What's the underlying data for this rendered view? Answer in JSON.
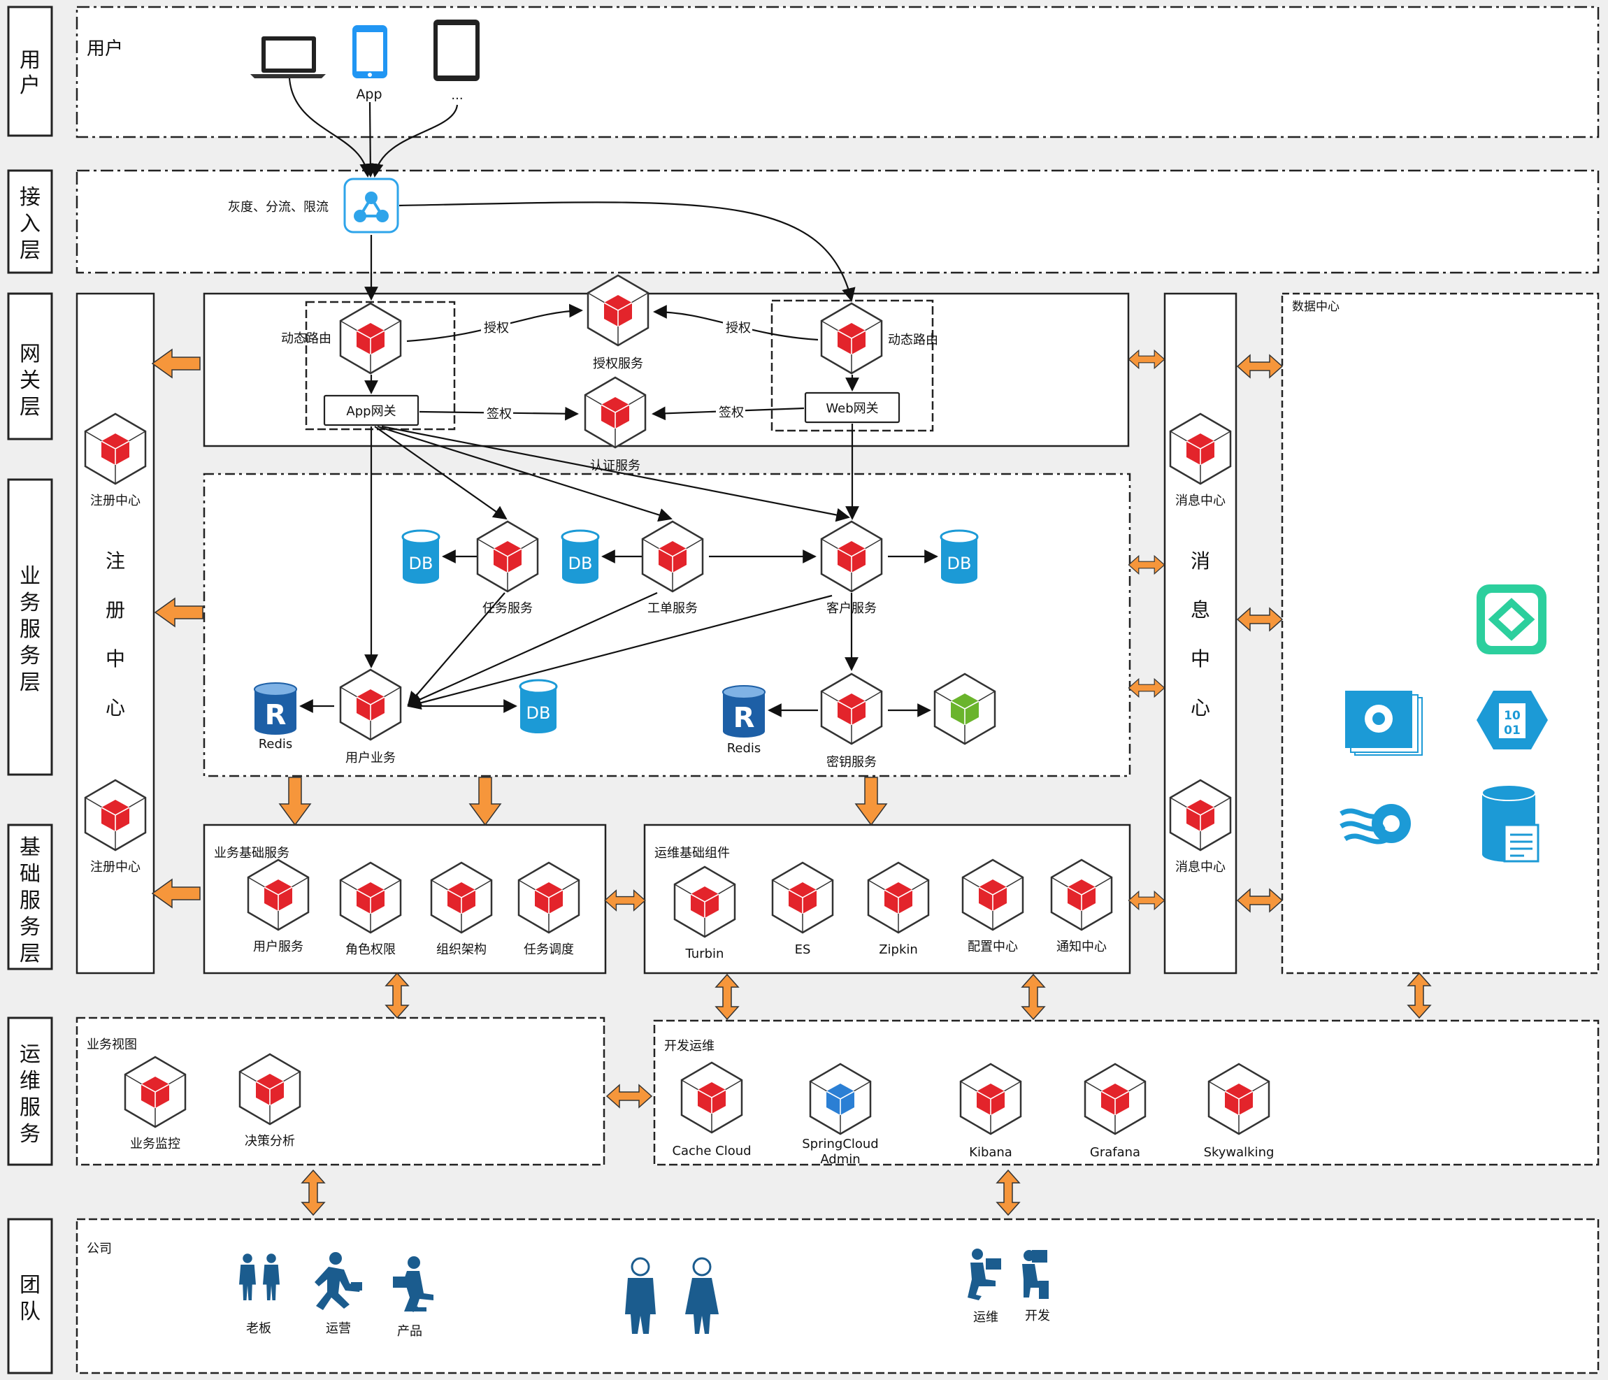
{
  "layers": {
    "user": [
      "用",
      "户"
    ],
    "access": [
      "接",
      "入",
      "层"
    ],
    "gateway": [
      "网",
      "关",
      "层"
    ],
    "business": [
      "业",
      "务",
      "服",
      "务",
      "层"
    ],
    "base": [
      "基",
      "础",
      "服",
      "务",
      "层"
    ],
    "ops": [
      "运",
      "维",
      "服",
      "务"
    ],
    "team": [
      "团",
      "队"
    ]
  },
  "users": {
    "section_title": "用户",
    "app_label": "App",
    "more_label": "..."
  },
  "access": {
    "lb_label": "灰度、分流、限流"
  },
  "gateway": {
    "dyn_route_left": "动态路由",
    "dyn_route_right": "动态路由",
    "auth_service": "授权服务",
    "authorize_left": "授权",
    "authorize_right": "授权",
    "app_gateway": "App网关",
    "web_gateway": "Web网关",
    "sign_left": "签权",
    "sign_right": "签权",
    "cert_service": "认证服务"
  },
  "registry": {
    "top_label": "注册中心",
    "vertical": [
      "注",
      "册",
      "中",
      "心"
    ],
    "bottom_label": "注册中心"
  },
  "message": {
    "top_label": "消息中心",
    "vertical": [
      "消",
      "息",
      "中",
      "心"
    ],
    "bottom_label": "消息中心"
  },
  "datacenter": {
    "title": "数据中心"
  },
  "business": {
    "db": "DB",
    "redis": "Redis",
    "task_service": "任务服务",
    "order_service": "工单服务",
    "customer_service": "客户服务",
    "user_business": "用户业务",
    "key_service": "密钥服务"
  },
  "base_services": {
    "title": "业务基础服务",
    "items": [
      "用户服务",
      "角色权限",
      "组织架构",
      "任务调度"
    ]
  },
  "ops_components": {
    "title": "运维基础组件",
    "items": [
      "Turbin",
      "ES",
      "Zipkin",
      "配置中心",
      "通知中心"
    ]
  },
  "biz_view": {
    "title": "业务视图",
    "items": [
      "业务监控",
      "决策分析"
    ]
  },
  "devops": {
    "title": "开发运维",
    "items": [
      "Cache Cloud",
      "SpringCloud",
      "Admin",
      "Kibana",
      "Grafana",
      "Skywalking"
    ]
  },
  "team": {
    "company": "公司",
    "boss": "老板",
    "operation": "运营",
    "product": "产品",
    "ops": "运维",
    "dev": "开发"
  },
  "colors": {
    "cube_red": "#e3242b",
    "cube_blue": "#2b7fd4",
    "cube_green": "#6ab42c",
    "db_blue": "#1c9ad6",
    "redis_blue": "#1d5fa6",
    "arrow_orange": "#f6963b",
    "people_blue": "#1b5c8e",
    "teal": "#2ccf9d"
  }
}
